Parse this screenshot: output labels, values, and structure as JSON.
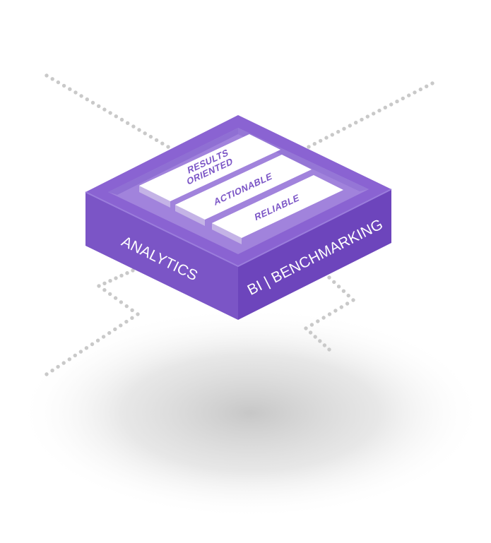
{
  "platform": {
    "left_face_label": "ANALYTICS",
    "right_face_label": "BI | BENCHMARKING",
    "strips": [
      {
        "lines": [
          "RESULTS",
          "ORIENTED"
        ]
      },
      {
        "lines": [
          "ACTIONABLE"
        ]
      },
      {
        "lines": [
          "RELIABLE"
        ]
      }
    ]
  },
  "colors": {
    "top_rim": "#8a63d2",
    "top_rim_light": "#9b7ddc",
    "inner_tray": "#a183dc",
    "left_face": "#7b55c6",
    "right_face": "#6d45bc",
    "strip_top": "#ffffff",
    "strip_side": "#d7cbee",
    "strip_text": "#7b55c6",
    "dots": "#c9c9c9",
    "shadow": "#bdbdbd"
  },
  "icons": {
    "connector_lines": "dotted-connector-icon"
  }
}
